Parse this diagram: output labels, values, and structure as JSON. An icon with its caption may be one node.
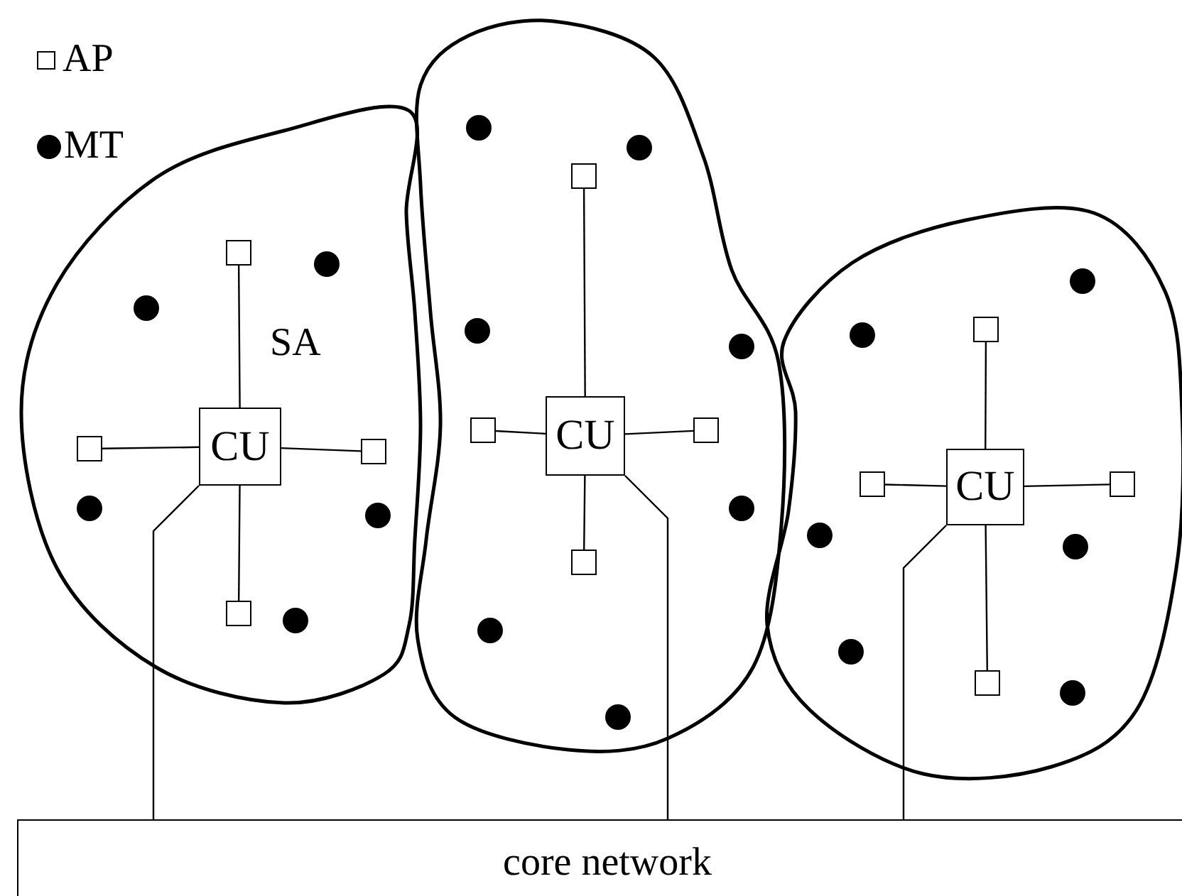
{
  "diagram": {
    "nodes": [
      {
        "text": [
          "SA"
        ]
      },
      {
        "text": [
          "CU"
        ],
        "in": 0
      },
      {
        "text": [],
        "shape": "box",
        "in": 0
      },
      {
        "text": [],
        "shape": "box",
        "in": 0
      },
      {
        "text": [],
        "shape": "box",
        "in": 0
      },
      {
        "text": [],
        "shape": "box",
        "in": 0
      },
      {
        "text": [],
        "shape": "cloud"
      },
      {
        "text": [
          "CU"
        ],
        "in": 6
      },
      {
        "text": [],
        "shape": "box",
        "in": 6
      },
      {
        "text": [],
        "shape": "box",
        "in": 6
      },
      {
        "text": [],
        "shape": "box",
        "in": 6
      },
      {
        "text": [],
        "shape": "box",
        "in": 6
      },
      {
        "text": [],
        "shape": "cloud"
      },
      {
        "text": [
          "CU"
        ],
        "in": 12
      },
      {
        "text": [],
        "shape": "box",
        "in": 12
      },
      {
        "text": [],
        "shape": "box",
        "in": 12
      },
      {
        "text": [],
        "shape": "box",
        "in": 12
      },
      {
        "text": [],
        "shape": "box",
        "in": 12
      },
      {
        "text": [
          "core network"
        ]
      }
    ],
    "edges": [
      {
        "from": 2,
        "to": 1,
        "arrow": "none"
      },
      {
        "from": 3,
        "to": 1,
        "arrow": "none"
      },
      {
        "from": 4,
        "to": 1,
        "arrow": "none"
      },
      {
        "from": 5,
        "to": 1,
        "arrow": "none"
      },
      {
        "from": 8,
        "to": 7,
        "arrow": "none"
      },
      {
        "from": 9,
        "to": 7,
        "arrow": "none"
      },
      {
        "from": 10,
        "to": 7,
        "arrow": "none"
      },
      {
        "from": 11,
        "to": 7,
        "arrow": "none"
      },
      {
        "from": 14,
        "to": 13,
        "arrow": "none"
      },
      {
        "from": 15,
        "to": 13,
        "arrow": "none"
      },
      {
        "from": 16,
        "to": 13,
        "arrow": "none"
      },
      {
        "from": 17,
        "to": 13,
        "arrow": "none"
      },
      {
        "from": 1,
        "to": 18,
        "arrow": "none"
      },
      {
        "from": 7,
        "to": 18,
        "arrow": "none"
      },
      {
        "from": 13,
        "to": 18,
        "arrow": "none"
      }
    ],
    "legend": [
      {
        "text": "AP"
      },
      {
        "text": "MT"
      }
    ]
  }
}
